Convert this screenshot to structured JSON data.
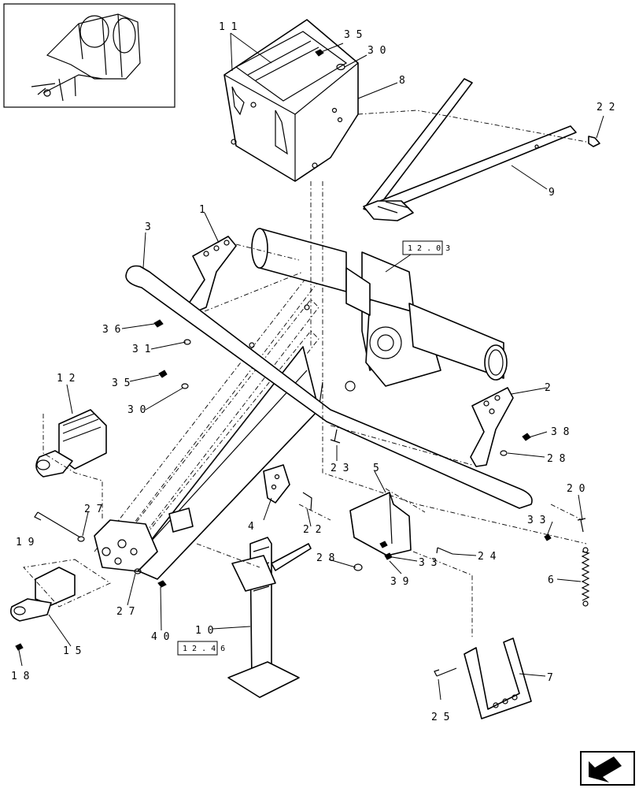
{
  "callouts": [
    {
      "id": "c11",
      "label": "1 1"
    },
    {
      "id": "c35a",
      "label": "3 5"
    },
    {
      "id": "c30a",
      "label": "3 0"
    },
    {
      "id": "c8",
      "label": "8"
    },
    {
      "id": "c22a",
      "label": "2 2"
    },
    {
      "id": "c9",
      "label": "9"
    },
    {
      "id": "c1",
      "label": "1"
    },
    {
      "id": "c3",
      "label": "3"
    },
    {
      "id": "c36",
      "label": "3 6"
    },
    {
      "id": "c31",
      "label": "3 1"
    },
    {
      "id": "c12",
      "label": "1 2"
    },
    {
      "id": "c35b",
      "label": "3 5"
    },
    {
      "id": "c30b",
      "label": "3 0"
    },
    {
      "id": "c2",
      "label": "2"
    },
    {
      "id": "c38",
      "label": "3 8"
    },
    {
      "id": "c28a",
      "label": "2 8"
    },
    {
      "id": "c23",
      "label": "2 3"
    },
    {
      "id": "c5",
      "label": "5"
    },
    {
      "id": "c20",
      "label": "2 0"
    },
    {
      "id": "c33a",
      "label": "3 3"
    },
    {
      "id": "c27a",
      "label": "2 7"
    },
    {
      "id": "c19",
      "label": "1 9"
    },
    {
      "id": "c4",
      "label": "4"
    },
    {
      "id": "c22b",
      "label": "2 2"
    },
    {
      "id": "c28b",
      "label": "2 8"
    },
    {
      "id": "c33b",
      "label": "3 3"
    },
    {
      "id": "c39",
      "label": "3 9"
    },
    {
      "id": "c24",
      "label": "2 4"
    },
    {
      "id": "c6",
      "label": "6"
    },
    {
      "id": "c15",
      "label": "1 5"
    },
    {
      "id": "c27b",
      "label": "2 7"
    },
    {
      "id": "c40",
      "label": "4 0"
    },
    {
      "id": "c10",
      "label": "1 0"
    },
    {
      "id": "c18",
      "label": "1 8"
    },
    {
      "id": "c7",
      "label": "7"
    },
    {
      "id": "c25",
      "label": "2 5"
    }
  ],
  "refs": {
    "ref_1203": "1 2 . 0 3",
    "ref_1246": "1 2 . 4 6"
  },
  "icons": {
    "inset": "machine-overview-icon",
    "nav": "next-page-arrow-icon"
  }
}
